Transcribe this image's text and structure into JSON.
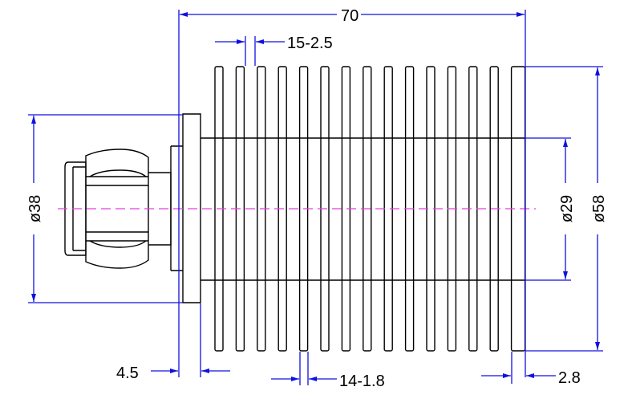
{
  "colors": {
    "dimension": "#1010e0",
    "centerline": "#e040e0",
    "outline": "#000000",
    "background": "#ffffff"
  },
  "dimensions": {
    "overall_length": "70",
    "fin_pitch_top": "15-2.5",
    "fin_pitch_bottom": "14-1.8",
    "flange_thickness": "4.5",
    "last_fin": "2.8",
    "dia_connector": "ø38",
    "dia_core": "ø29",
    "dia_fins": "ø58"
  },
  "fins": {
    "count": 15
  }
}
